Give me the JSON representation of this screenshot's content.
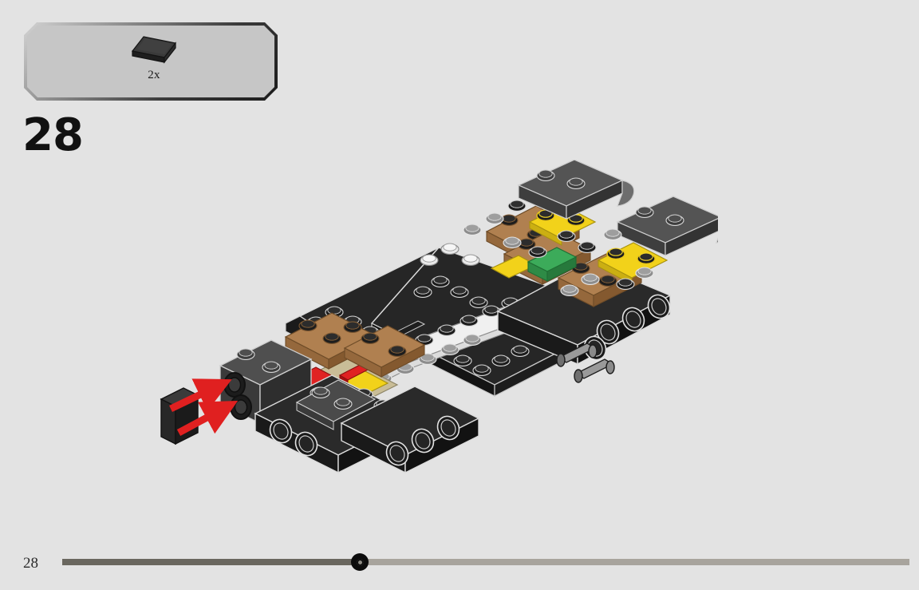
{
  "document": {
    "type": "lego-building-instructions",
    "background_color": "#e3e3e3"
  },
  "parts_callout": {
    "name": "parts-callout-box",
    "quantity_label": "2x",
    "part": {
      "icon": "lego-tile-1x2",
      "description": "black 1x2 smooth tile",
      "color": "#2b2b2b"
    },
    "box_fill": "#c6c6c6"
  },
  "step": {
    "number": "28"
  },
  "illustration": {
    "name": "assembly-illustration",
    "description": "LEGO car chassis sub-assembly in isometric view",
    "arrow_color": "#e02020",
    "colors": {
      "black": "#262626",
      "dark_gray": "#5a5a5a",
      "light_gray": "#9d9d9d",
      "white": "#f2f2f2",
      "tan": "#b08050",
      "dark_tan": "#96683d",
      "yellow": "#f2d21a",
      "red": "#d01414",
      "green": "#3cab5a",
      "blue": "#2255cc",
      "outline": "#111111"
    }
  },
  "footer": {
    "page_number": "28",
    "progress": {
      "value": 35,
      "fill_color": "#6a675f",
      "track_color": "#a8a49d",
      "marker_color": "#0c0c0c"
    }
  }
}
